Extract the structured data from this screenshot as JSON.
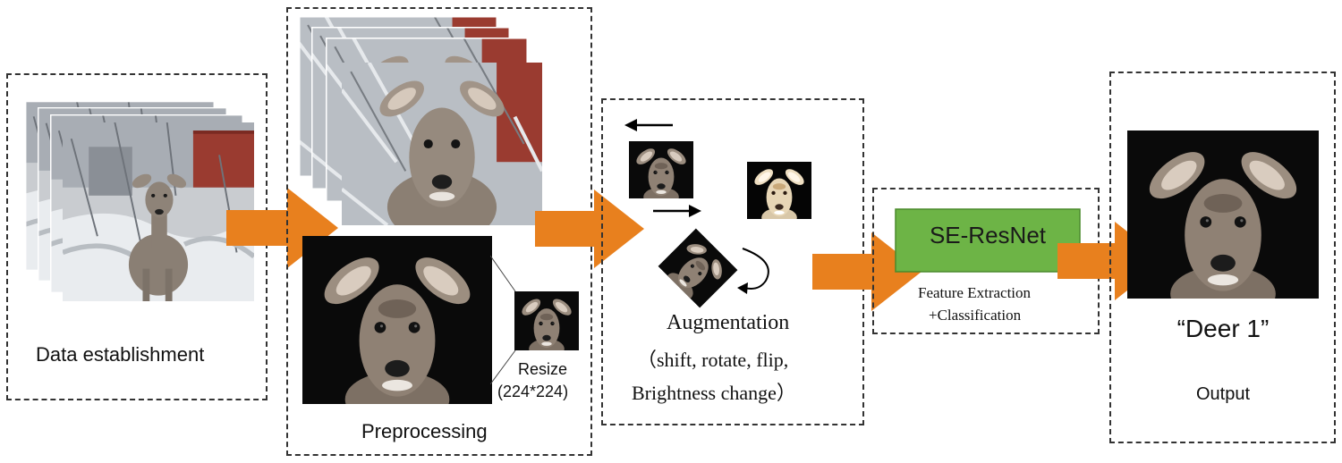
{
  "stages": {
    "data_establishment": {
      "label": "Data establishment"
    },
    "preprocessing": {
      "label": "Preprocessing",
      "resize_label": "Resize",
      "resize_size": "(224*224)"
    },
    "augmentation": {
      "title": "Augmentation",
      "line1": "（shift, rotate, flip,",
      "line2": "Brightness change）"
    },
    "model": {
      "name": "SE-ResNet",
      "caption_line1": "Feature Extraction",
      "caption_line2": "+Classification"
    },
    "output": {
      "result": "“Deer 1”",
      "label": "Output"
    }
  },
  "colors": {
    "arrow": "#e8801e",
    "model_box": "#6db446",
    "model_box_border": "#4a8a2c",
    "dashed_border": "#333333",
    "photo_background": "#0a0a0a"
  }
}
